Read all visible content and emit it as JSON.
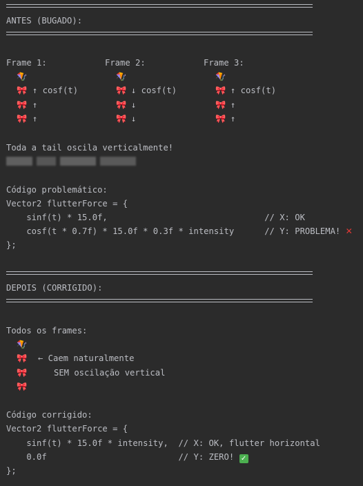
{
  "before": {
    "header": "ANTES (BUGADO):",
    "frames": [
      {
        "title": "Frame 1:",
        "top": "🪁",
        "rows": [
          {
            "bow": "🎀",
            "text": "↑ cosf(t)"
          },
          {
            "bow": "🎀",
            "text": "↑"
          },
          {
            "bow": "🎀",
            "text": "↑"
          }
        ]
      },
      {
        "title": "Frame 2:",
        "top": "🪁",
        "rows": [
          {
            "bow": "🎀",
            "text": "↓ cosf(t)"
          },
          {
            "bow": "🎀",
            "text": "↓"
          },
          {
            "bow": "🎀",
            "text": "↓"
          }
        ]
      },
      {
        "title": "Frame 3:",
        "top": "🪁",
        "rows": [
          {
            "bow": "🎀",
            "text": "↑ cosf(t)"
          },
          {
            "bow": "🎀",
            "text": "↑"
          },
          {
            "bow": "🎀",
            "text": "↑"
          }
        ]
      }
    ],
    "note": "Toda a tail oscila verticalmente!",
    "code_title": "Código problemático:",
    "code": [
      "Vector2 flutterForce = {",
      "    sinf(t) * 15.0f,                               // X: OK",
      "    cosf(t * 0.7f) * 15.0f * 0.3f * intensity      // Y: PROBLEMA! ",
      "};"
    ],
    "cross_mark": "✕"
  },
  "after": {
    "header": "DEPOIS (CORRIGIDO):",
    "frames_title": "Todos os frames:",
    "kite": "🪁",
    "bows": [
      "🎀",
      "🎀",
      "🎀"
    ],
    "line1": "← Caem naturalmente",
    "line2": "SEM oscilação vertical",
    "code_title": "Código corrigido:",
    "code": [
      "Vector2 flutterForce = {",
      "    sinf(t) * 15.0f * intensity,  // X: OK, flutter horizontal",
      "    0.0f                          // Y: ZERO! ",
      "};"
    ],
    "check_mark": "✓"
  }
}
